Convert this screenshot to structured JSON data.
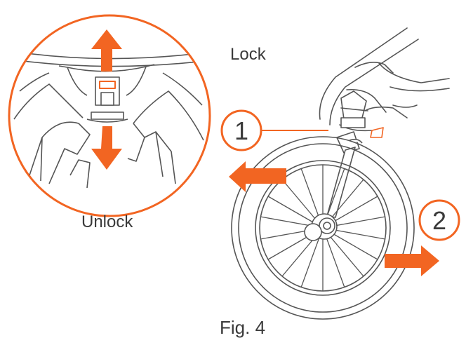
{
  "labels": {
    "lock": "Lock",
    "unlock": "Unlock",
    "figure": "Fig. 4"
  },
  "steps": [
    "1",
    "2"
  ],
  "colors": {
    "accent": "#f26522",
    "line": "#555555"
  },
  "icons": [
    "arrow-up-icon",
    "arrow-down-icon",
    "arrow-left-icon",
    "arrow-right-icon"
  ]
}
